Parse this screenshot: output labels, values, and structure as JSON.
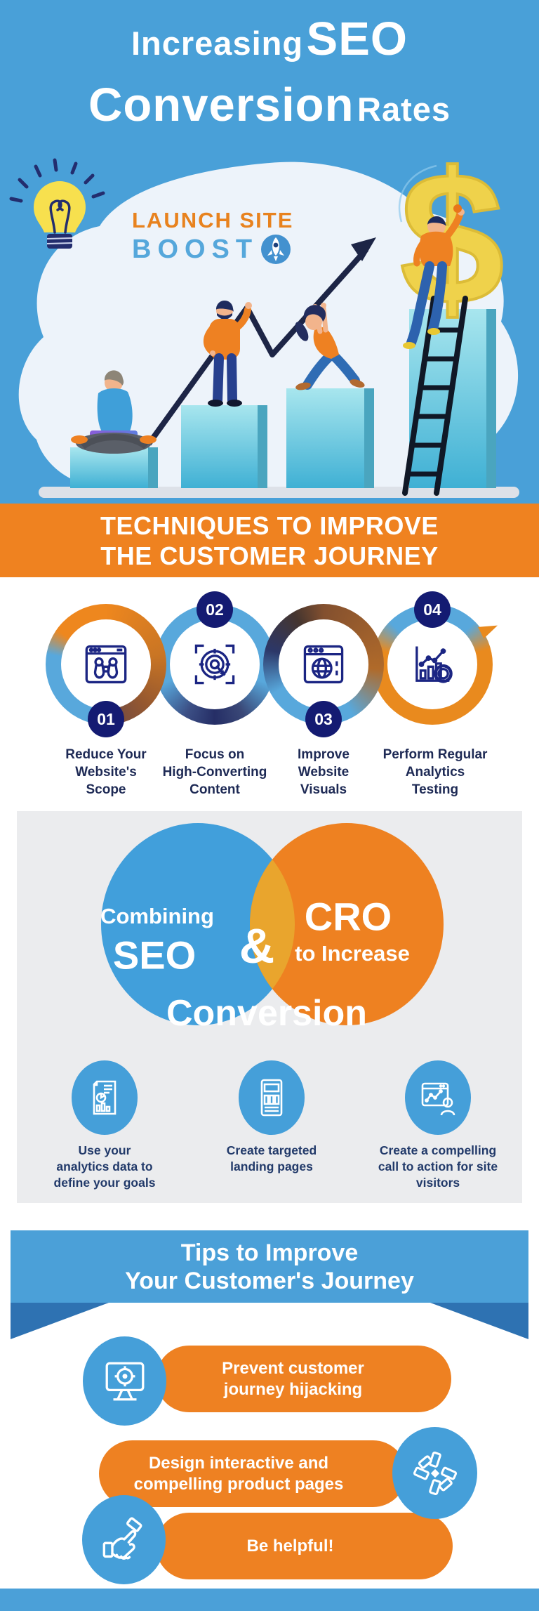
{
  "title": {
    "line1_a": "Increasing",
    "line1_b": "SEO",
    "line2_a": "Conversion",
    "line2_b": "Rates"
  },
  "logo": {
    "name_top": "Launch Site",
    "name_bottom": "Boost",
    "icon": "rocket-icon"
  },
  "techniques_banner": {
    "line1": "TECHNIQUES TO IMPROVE",
    "line2": "THE CUSTOMER JOURNEY"
  },
  "steps": [
    {
      "number": "01",
      "label": "Reduce Your\nWebsite's\nScope",
      "icon": "binoculars-browser-icon"
    },
    {
      "number": "02",
      "label": "Focus on\nHigh-Converting\nContent",
      "icon": "radar-target-icon"
    },
    {
      "number": "03",
      "label": "Improve\nWebsite\nVisuals",
      "icon": "browser-globe-icon"
    },
    {
      "number": "04",
      "label": "Perform Regular\nAnalytics\nTesting",
      "icon": "analytics-magnifier-icon"
    }
  ],
  "venn": {
    "left_top": "Combining",
    "left_main": "SEO",
    "ampersand": "&",
    "right_main": "CRO",
    "right_sub": "to Increase",
    "bottom": "Conversion",
    "colors": {
      "left": "#419fdb",
      "right": "#ee8121",
      "overlap": "#e9a52d"
    }
  },
  "venn_items": [
    {
      "label": "Use your\nanalytics data to\ndefine your goals",
      "icon": "analytics-report-icon"
    },
    {
      "label": "Create targeted\nlanding pages",
      "icon": "landing-page-icon"
    },
    {
      "label": "Create a compelling\ncall to action for site\nvisitors",
      "icon": "cta-visitor-icon"
    }
  ],
  "tips_banner": {
    "line1": "Tips to Improve",
    "line2": "Your Customer's Journey"
  },
  "tips": [
    {
      "label": "Prevent customer\njourney hijacking",
      "icon": "monitor-target-icon"
    },
    {
      "label": "Design interactive and\ncompelling product pages",
      "icon": "pinwheel-icon"
    },
    {
      "label": "Be helpful!",
      "icon": "handshake-icon"
    }
  ],
  "colors": {
    "background_blue": "#49a0d8",
    "accent_orange": "#ee8122",
    "badge_navy": "#141b72",
    "label_navy": "#1e2a55",
    "panel_gray": "#ebecee",
    "ribbon_fold_blue": "#2e72b2",
    "bulb_yellow": "#f7e04e",
    "dollar_yellow": "#efd24b"
  }
}
